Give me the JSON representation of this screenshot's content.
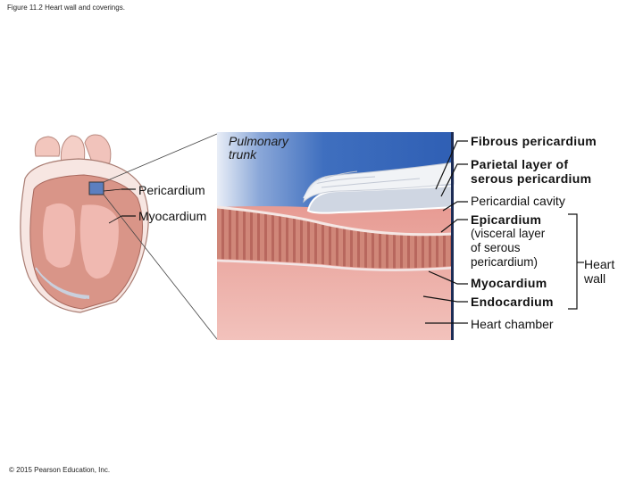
{
  "caption": "Figure 11.2 Heart wall and coverings.",
  "copyright": "© 2015 Pearson Education, Inc.",
  "labels": {
    "pulmonary_trunk": "Pulmonary\ntrunk",
    "pericardium": "Pericardium",
    "myocardium_left": "Myocardium",
    "fibrous_pericardium": "Fibrous pericardium",
    "parietal_layer": "Parietal layer of\nserous pericardium",
    "pericardial_cavity": "Pericardial cavity",
    "epicardium": "Epicardium",
    "epicardium_note": "(visceral layer\nof serous\npericardium)",
    "myocardium_right": "Myocardium",
    "endocardium": "Endocardium",
    "heart_chamber": "Heart chamber",
    "heart_wall": "Heart\nwall"
  },
  "colors": {
    "background_blue": "#3f6fbf",
    "muscle": "#cf8577",
    "chamber": "#e9a7a0",
    "pericardium_white": "#eef0f3"
  }
}
